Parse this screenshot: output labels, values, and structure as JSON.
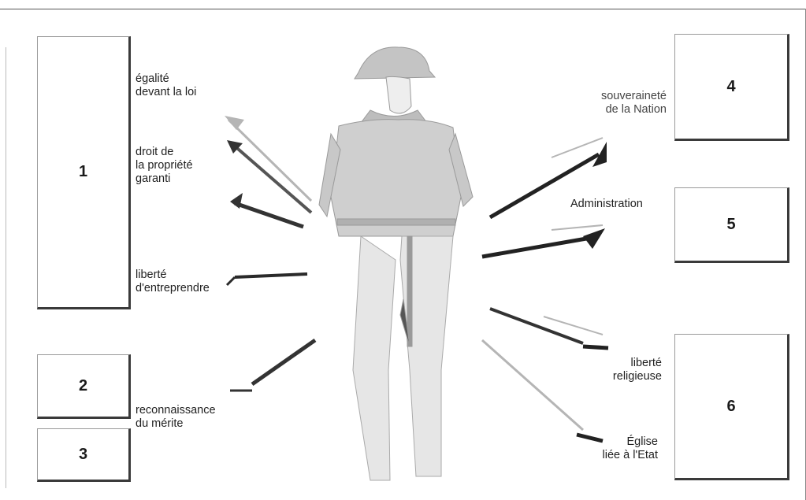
{
  "boxes": {
    "b1": "1",
    "b2": "2",
    "b3": "3",
    "b4": "4",
    "b5": "5",
    "b6": "6"
  },
  "labels": {
    "egalite": "égalité\ndevant la loi",
    "propriete": "droit de\nla propriété\ngaranti",
    "entreprendre": "liberté\nd'entreprendre",
    "merite": "reconnaissance\ndu mérite",
    "souverainete": "souveraineté\nde la Nation",
    "administration": "Administration",
    "religieuse": "liberté\nreligieuse",
    "eglise": "Église\nliée à l'Etat"
  },
  "colors": {
    "arrow": "#2a2a2a",
    "arrow_light": "#b5b5b5",
    "figure": "#c8c8c8"
  }
}
